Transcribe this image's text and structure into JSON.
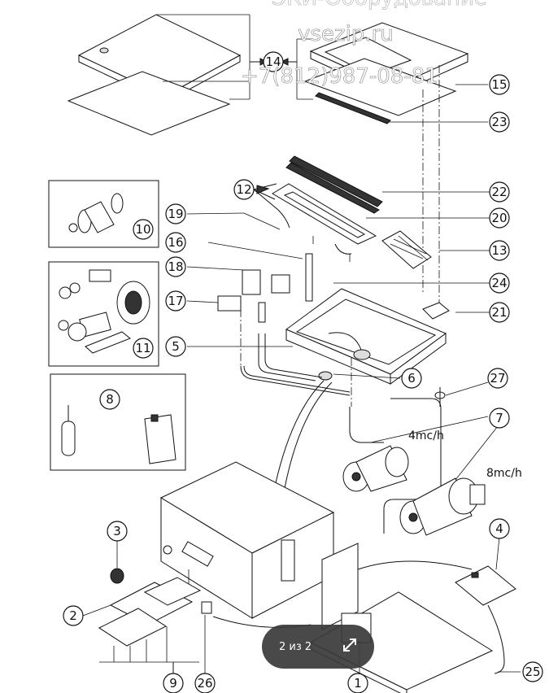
{
  "watermark": {
    "top_text": "ЭКИ-Оборудование",
    "site": "vsezip.ru",
    "phone": "+7(812)987-08-81"
  },
  "callouts": {
    "c1": "1",
    "c2": "2",
    "c3": "3",
    "c4": "4",
    "c5": "5",
    "c6": "6",
    "c7": "7",
    "c8": "8",
    "c9": "9",
    "c10": "10",
    "c11": "11",
    "c12": "12",
    "c13": "13",
    "c14": "14",
    "c15": "15",
    "c16": "16",
    "c17": "17",
    "c18": "18",
    "c19": "19",
    "c20": "20",
    "c21": "21",
    "c22": "22",
    "c23": "23",
    "c24": "24",
    "c25": "25",
    "c26": "26",
    "c27": "27"
  },
  "labels": {
    "pump_small": "4mc/h",
    "pump_large": "8mc/h"
  },
  "viewer": {
    "page_indicator": "2 из 2",
    "expand_icon": "expand-icon"
  }
}
